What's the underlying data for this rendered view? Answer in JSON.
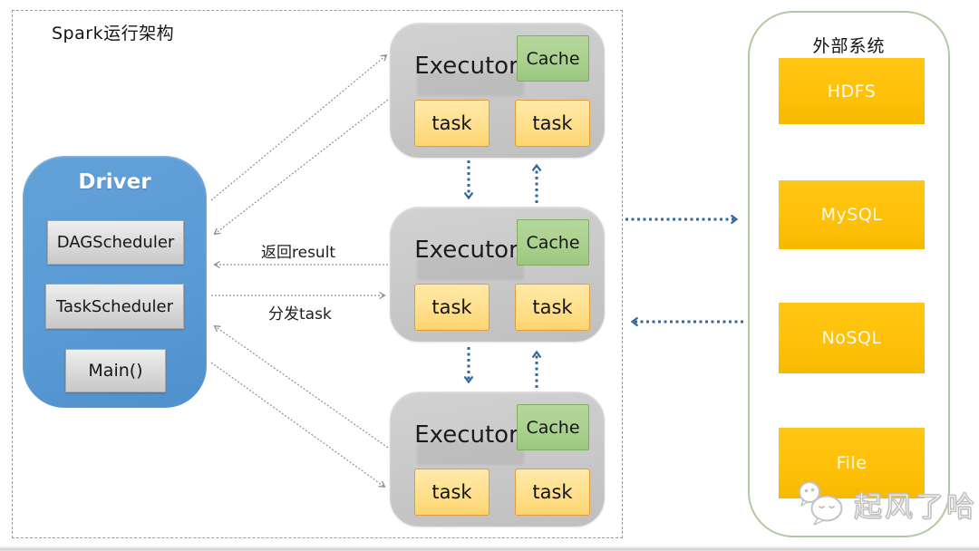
{
  "page": {
    "title": "Spark运行架构"
  },
  "driver": {
    "title": "Driver",
    "components": [
      "DAGScheduler",
      "TaskScheduler",
      "Main()"
    ]
  },
  "executors": [
    {
      "label": "Executor",
      "cache_label": "Cache",
      "tasks": [
        "task",
        "task"
      ]
    },
    {
      "label": "Executor",
      "cache_label": "Cache",
      "tasks": [
        "task",
        "task"
      ]
    },
    {
      "label": "Executor",
      "cache_label": "Cache",
      "tasks": [
        "task",
        "task"
      ]
    }
  ],
  "flow_labels": {
    "return_result": "返回result",
    "dispatch_task": "分发task"
  },
  "external": {
    "title": "外部系统",
    "systems": [
      "HDFS",
      "MySQL",
      "NoSQL",
      "File"
    ]
  },
  "watermark": {
    "icon": "wechat-icon",
    "text": "起风了哈"
  },
  "colors": {
    "driver_blue": "#5b9bd5",
    "executor_gray": "#c8c8c8",
    "inner_gray": "#d9d9d9",
    "cache_green_fill": "#a8d08d",
    "cache_green_border": "#7fae5d",
    "task_orange_fill": "#ffdf8d",
    "task_orange_border": "#e49d3d",
    "external_orange": "#ffc008",
    "external_border_green": "#b2c9a2",
    "arrow_blue": "#35689b",
    "arrow_gray": "#8f8f8f"
  }
}
